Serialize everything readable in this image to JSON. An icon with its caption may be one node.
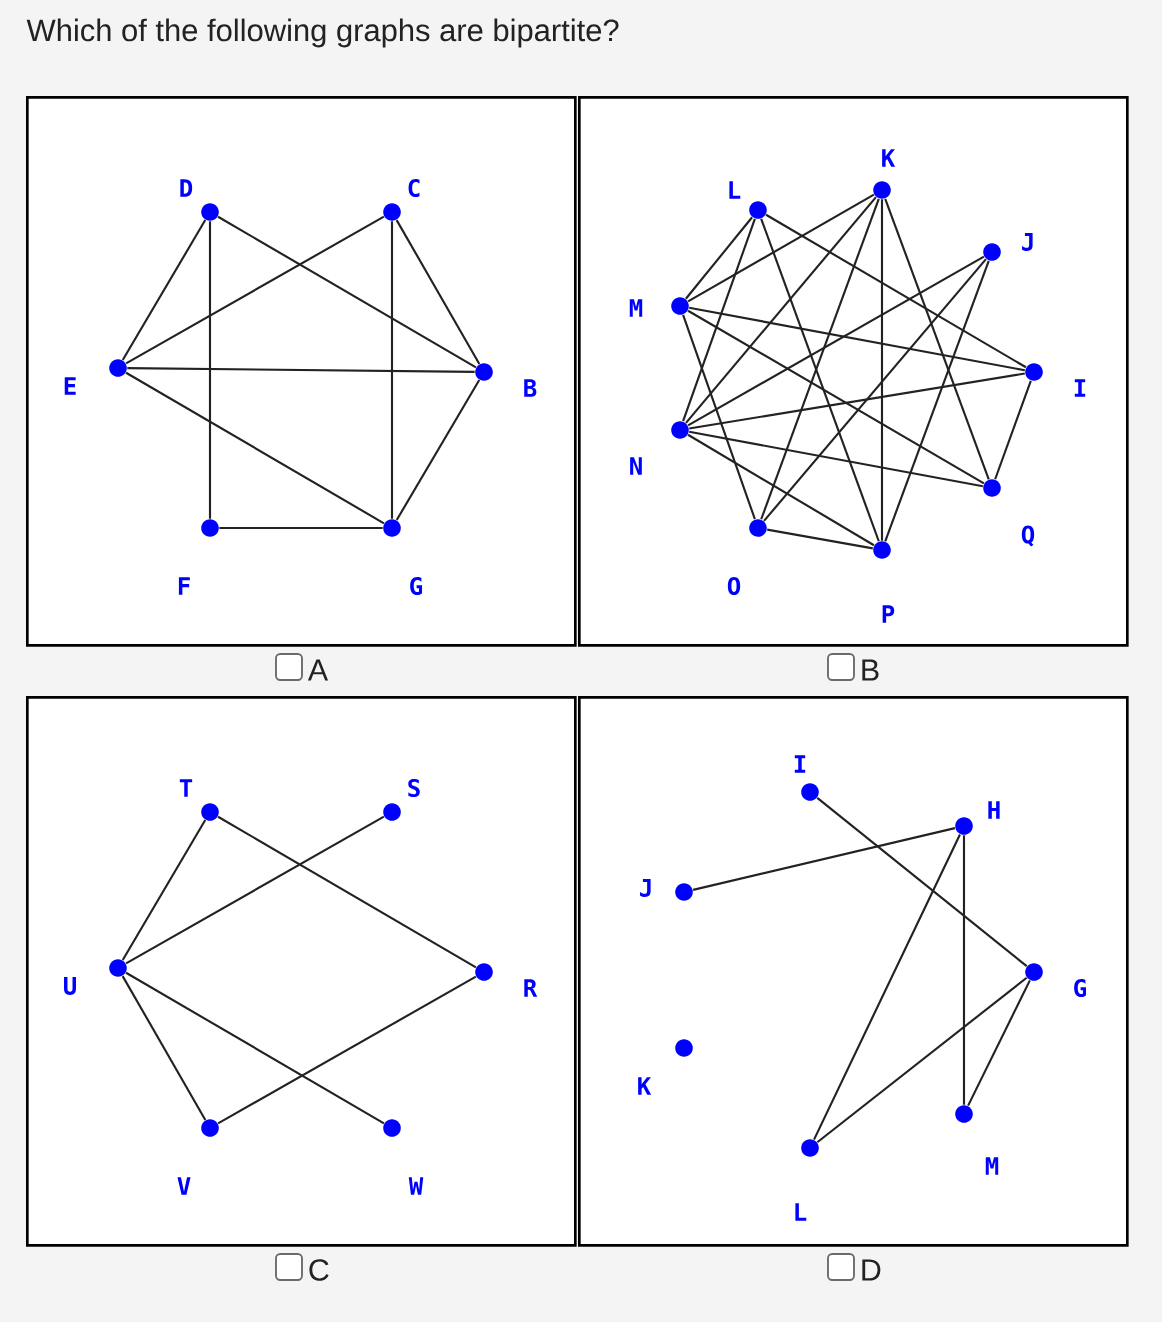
{
  "diagram": {
    "title": "Which of the following graphs are bipartite?",
    "nodes": [
      {
        "text": [
          "A"
        ]
      },
      {
        "text": [
          "D"
        ],
        "in": 0
      },
      {
        "text": [
          "C"
        ],
        "in": 0
      },
      {
        "text": [
          "E"
        ],
        "in": 0
      },
      {
        "text": [
          "B"
        ],
        "in": 0
      },
      {
        "text": [
          "F"
        ],
        "in": 0
      },
      {
        "text": [
          "G"
        ],
        "in": 0
      },
      {
        "text": [
          "B"
        ]
      },
      {
        "text": [
          "K"
        ],
        "in": 7
      },
      {
        "text": [
          "L"
        ],
        "in": 7
      },
      {
        "text": [
          "J"
        ],
        "in": 7
      },
      {
        "text": [
          "M"
        ],
        "in": 7
      },
      {
        "text": [
          "I"
        ],
        "in": 7
      },
      {
        "text": [
          "N"
        ],
        "in": 7
      },
      {
        "text": [
          "Q"
        ],
        "in": 7
      },
      {
        "text": [
          "O"
        ],
        "in": 7
      },
      {
        "text": [
          "P"
        ],
        "in": 7
      },
      {
        "text": [
          "C"
        ]
      },
      {
        "text": [
          "T"
        ],
        "in": 17
      },
      {
        "text": [
          "S"
        ],
        "in": 17
      },
      {
        "text": [
          "U"
        ],
        "in": 17
      },
      {
        "text": [
          "R"
        ],
        "in": 17
      },
      {
        "text": [
          "V"
        ],
        "in": 17
      },
      {
        "text": [
          "W"
        ],
        "in": 17
      },
      {
        "text": [
          "D"
        ]
      },
      {
        "text": [
          "I"
        ],
        "in": 24
      },
      {
        "text": [
          "H"
        ],
        "in": 24
      },
      {
        "text": [
          "J"
        ],
        "in": 24
      },
      {
        "text": [
          "G"
        ],
        "in": 24
      },
      {
        "text": [
          "K"
        ],
        "in": 24
      },
      {
        "text": [
          "M"
        ],
        "in": 24
      },
      {
        "text": [
          "L"
        ],
        "in": 24
      }
    ],
    "edges": [
      {
        "from": 1,
        "to": 3,
        "arrow": "none"
      },
      {
        "from": 1,
        "to": 5,
        "arrow": "none"
      },
      {
        "from": 1,
        "to": 4,
        "arrow": "none"
      },
      {
        "from": 2,
        "to": 3,
        "arrow": "none"
      },
      {
        "from": 2,
        "to": 6,
        "arrow": "none"
      },
      {
        "from": 2,
        "to": 4,
        "arrow": "none"
      },
      {
        "from": 3,
        "to": 4,
        "arrow": "none"
      },
      {
        "from": 3,
        "to": 6,
        "arrow": "none"
      },
      {
        "from": 5,
        "to": 6,
        "arrow": "none"
      },
      {
        "from": 4,
        "to": 6,
        "arrow": "none"
      },
      {
        "from": 8,
        "to": 11,
        "arrow": "none"
      },
      {
        "from": 8,
        "to": 13,
        "arrow": "none"
      },
      {
        "from": 8,
        "to": 15,
        "arrow": "none"
      },
      {
        "from": 8,
        "to": 16,
        "arrow": "none"
      },
      {
        "from": 8,
        "to": 14,
        "arrow": "none"
      },
      {
        "from": 9,
        "to": 11,
        "arrow": "none"
      },
      {
        "from": 9,
        "to": 13,
        "arrow": "none"
      },
      {
        "from": 9,
        "to": 16,
        "arrow": "none"
      },
      {
        "from": 9,
        "to": 12,
        "arrow": "none"
      },
      {
        "from": 10,
        "to": 13,
        "arrow": "none"
      },
      {
        "from": 10,
        "to": 15,
        "arrow": "none"
      },
      {
        "from": 10,
        "to": 16,
        "arrow": "none"
      },
      {
        "from": 11,
        "to": 12,
        "arrow": "none"
      },
      {
        "from": 11,
        "to": 14,
        "arrow": "none"
      },
      {
        "from": 11,
        "to": 15,
        "arrow": "none"
      },
      {
        "from": 13,
        "to": 12,
        "arrow": "none"
      },
      {
        "from": 13,
        "to": 14,
        "arrow": "none"
      },
      {
        "from": 13,
        "to": 16,
        "arrow": "none"
      },
      {
        "from": 12,
        "to": 14,
        "arrow": "none"
      },
      {
        "from": 15,
        "to": 16,
        "arrow": "none"
      },
      {
        "from": 18,
        "to": 20,
        "arrow": "none"
      },
      {
        "from": 18,
        "to": 21,
        "arrow": "none"
      },
      {
        "from": 19,
        "to": 20,
        "arrow": "none"
      },
      {
        "from": 20,
        "to": 22,
        "arrow": "none"
      },
      {
        "from": 20,
        "to": 23,
        "arrow": "none"
      },
      {
        "from": 22,
        "to": 21,
        "arrow": "none"
      },
      {
        "from": 25,
        "to": 28,
        "arrow": "none"
      },
      {
        "from": 26,
        "to": 27,
        "arrow": "none"
      },
      {
        "from": 26,
        "to": 31,
        "arrow": "none"
      },
      {
        "from": 26,
        "to": 30,
        "arrow": "none"
      },
      {
        "from": 28,
        "to": 31,
        "arrow": "none"
      },
      {
        "from": 28,
        "to": 30,
        "arrow": "none"
      }
    ]
  }
}
